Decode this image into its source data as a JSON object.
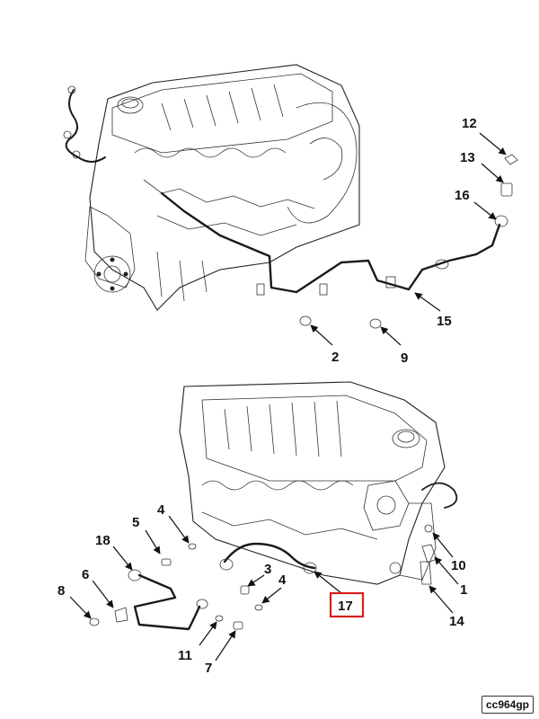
{
  "callouts": [
    {
      "label": "12"
    },
    {
      "label": "13"
    },
    {
      "label": "16"
    },
    {
      "label": "15"
    },
    {
      "label": "2"
    },
    {
      "label": "9"
    },
    {
      "label": "5"
    },
    {
      "label": "4"
    },
    {
      "label": "18"
    },
    {
      "label": "6"
    },
    {
      "label": "8"
    },
    {
      "label": "3"
    },
    {
      "label": "4"
    },
    {
      "label": "17"
    },
    {
      "label": "10"
    },
    {
      "label": "1"
    },
    {
      "label": "14"
    },
    {
      "label": "11"
    },
    {
      "label": "7"
    }
  ],
  "highlight": {
    "label": "17",
    "color": "#d81e1e"
  },
  "figure_code": "cc964gp"
}
